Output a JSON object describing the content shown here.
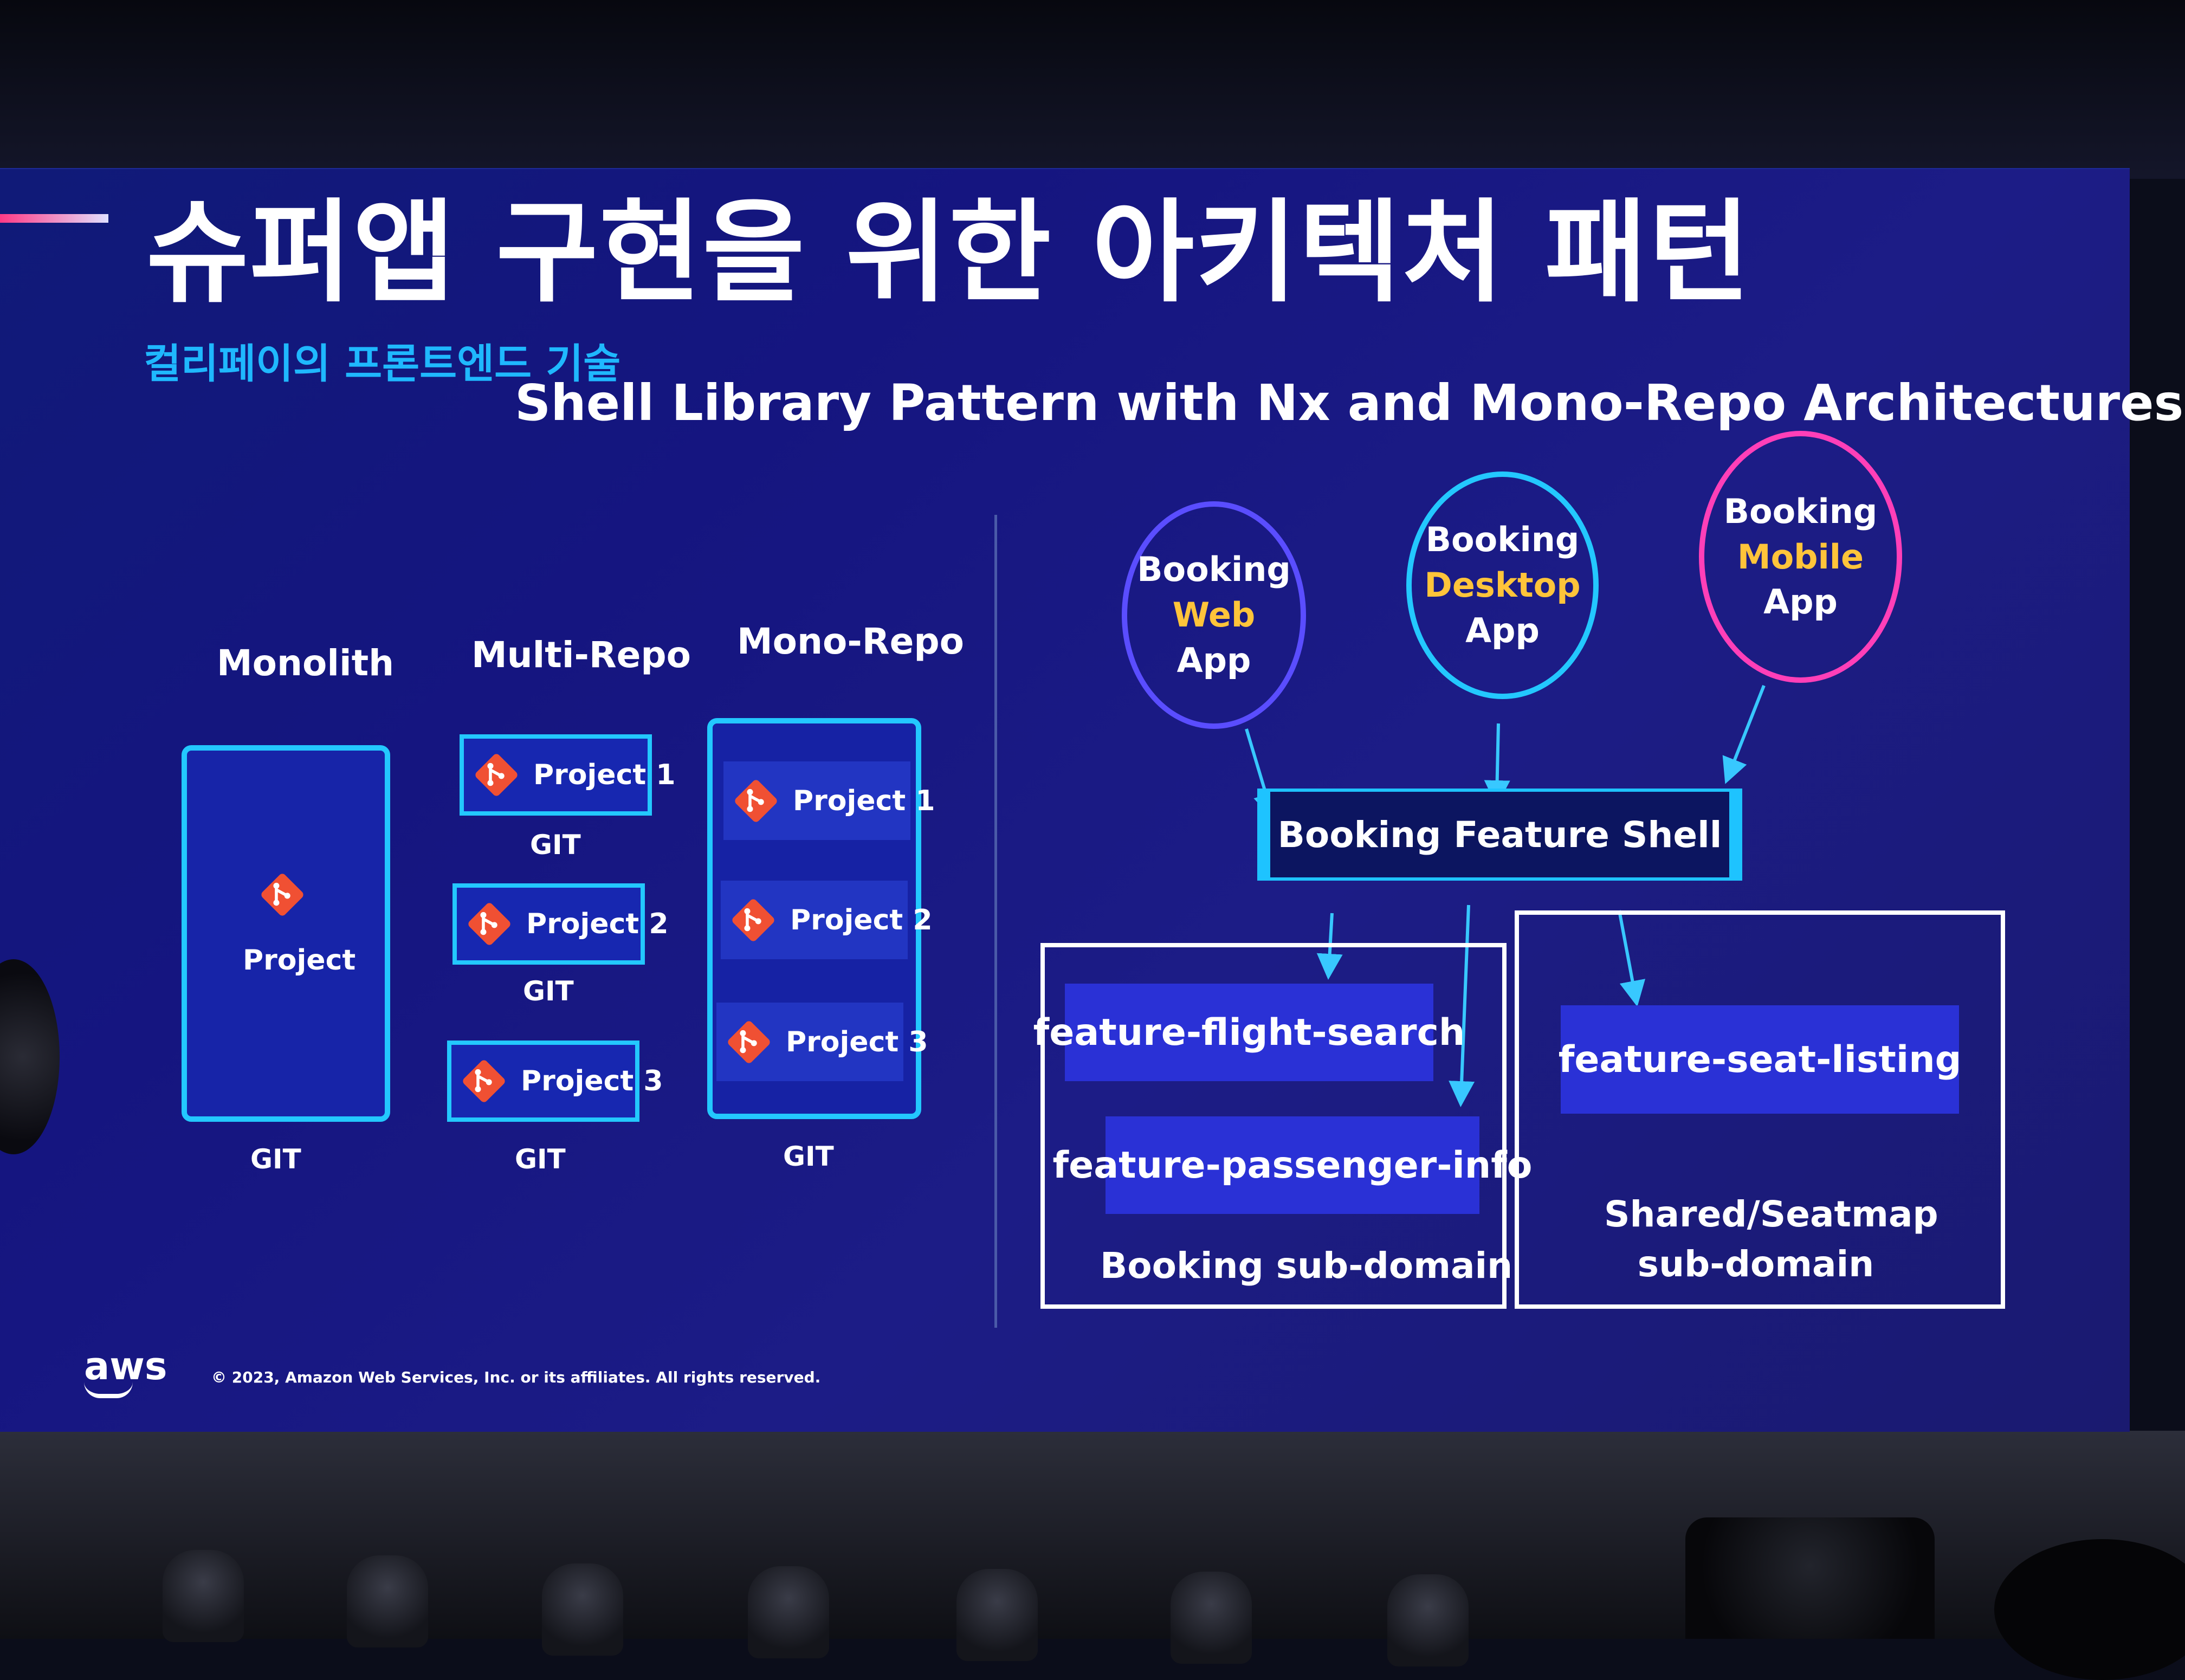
{
  "slide": {
    "title": "슈퍼앱 구현을 위한 아키텍처 패턴",
    "subtitle": "컬리페이의 프론트엔드 기술",
    "pattern_title": "Shell Library Pattern with Nx and Mono-Repo Architectures",
    "accent_colors": {
      "cyan": "#23c8ff",
      "pink": "#ff3fb8",
      "purple": "#5a4dff",
      "yellow": "#ffc43a",
      "git_orange": "#f05033"
    }
  },
  "repos": {
    "monolith": {
      "heading": "Monolith",
      "project": "Project",
      "git": "GIT"
    },
    "multi_repo": {
      "heading": "Multi-Repo",
      "items": [
        {
          "project": "Project 1",
          "git": "GIT"
        },
        {
          "project": "Project 2",
          "git": "GIT"
        },
        {
          "project": "Project 3",
          "git": "GIT"
        }
      ]
    },
    "mono_repo": {
      "heading": "Mono-Repo",
      "projects": [
        "Project 1",
        "Project 2",
        "Project 3"
      ],
      "git": "GIT"
    }
  },
  "architecture": {
    "apps": [
      {
        "line1": "Booking",
        "highlight": "Web",
        "line3": "App",
        "ring_color": "#5a4dff"
      },
      {
        "line1": "Booking",
        "highlight": "Desktop",
        "line3": "App",
        "ring_color": "#23c8ff"
      },
      {
        "line1": "Booking",
        "highlight": "Mobile",
        "line3": "App",
        "ring_color": "#ff3fb8"
      }
    ],
    "shell": "Booking Feature Shell",
    "domains": [
      {
        "features": [
          "feature-flight-search",
          "feature-passenger-info"
        ],
        "label": "Booking sub-domain"
      },
      {
        "features": [
          "feature-seat-listing"
        ],
        "label_line1": "Shared/Seatmap",
        "label_line2": "sub-domain"
      }
    ]
  },
  "footer": {
    "logo": "aws",
    "copyright": "© 2023, Amazon Web Services, Inc. or its affiliates. All rights reserved."
  }
}
